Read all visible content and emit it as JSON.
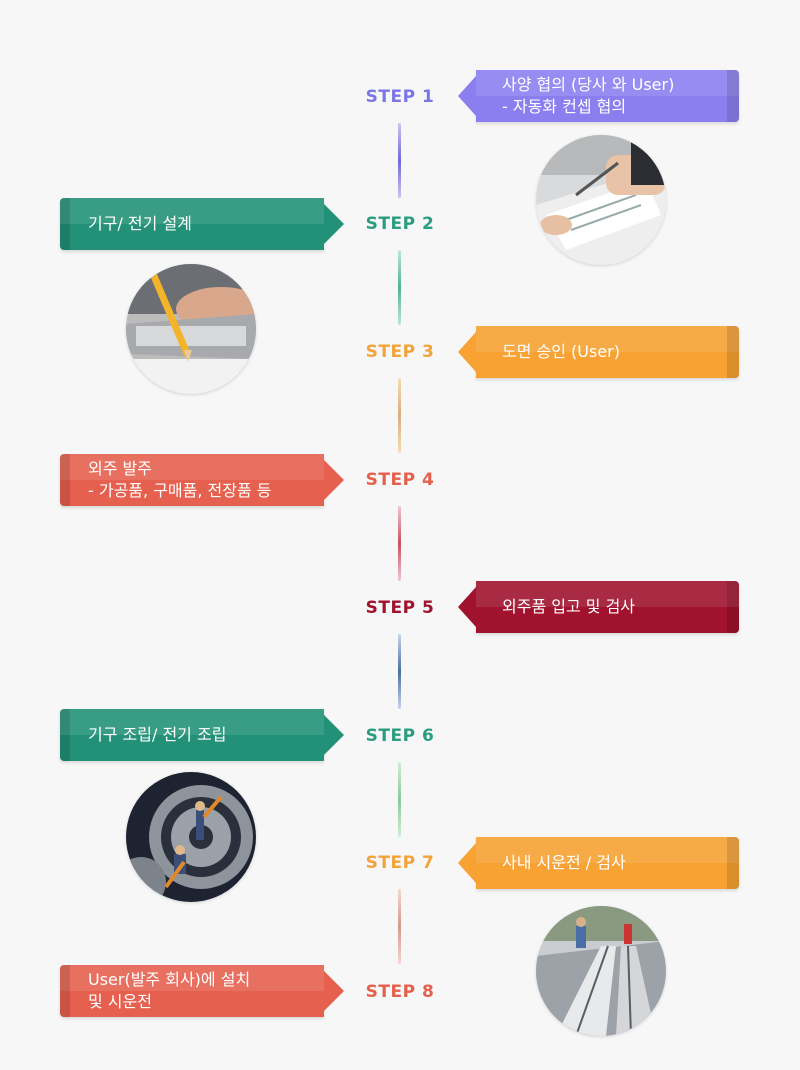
{
  "steps": [
    {
      "label": "STEP 1",
      "color": "#7b76e8",
      "tag_color": "#8b7ff0",
      "lines": [
        "사양 협의 (당사 와 User)",
        "- 자동화 컨셉 협의"
      ],
      "image": "meeting-documents-photo"
    },
    {
      "label": "STEP 2",
      "color": "#2a9d80",
      "tag_color": "#239178",
      "lines": [
        "기구/ 전기 설계"
      ],
      "image": "pencil-drafting-photo"
    },
    {
      "label": "STEP 3",
      "color": "#f3a33a",
      "tag_color": "#f7a233",
      "lines": [
        "도면 승인 (User)"
      ],
      "image": ""
    },
    {
      "label": "STEP 4",
      "color": "#e4604e",
      "tag_color": "#e5604e",
      "lines": [
        "외주 발주",
        "- 가공품, 구매품, 전장품 등"
      ],
      "image": ""
    },
    {
      "label": "STEP 5",
      "color": "#a0122e",
      "tag_color": "#a0122e",
      "lines": [
        "외주품 입고 및 검사"
      ],
      "image": ""
    },
    {
      "label": "STEP 6",
      "color": "#2a9d80",
      "tag_color": "#239178",
      "lines": [
        "기구 조립/ 전기 조립"
      ],
      "image": "gears-workers-photo"
    },
    {
      "label": "STEP 7",
      "color": "#f3a33a",
      "tag_color": "#f7a233",
      "lines": [
        "사내 시운전 / 검사"
      ],
      "image": "factory-line-photo"
    },
    {
      "label": "STEP 8",
      "color": "#e4604e",
      "tag_color": "#e5604e",
      "lines": [
        "User(발주 회사)에 설치",
        "및 시운전"
      ],
      "image": ""
    }
  ]
}
